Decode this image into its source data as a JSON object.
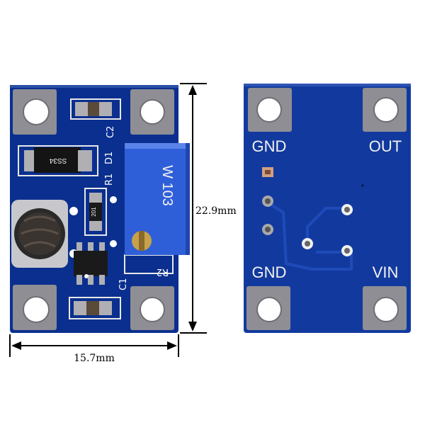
{
  "dimensions": {
    "height_label": "22.9mm",
    "width_label": "15.7mm"
  },
  "front_board": {
    "silkscreen": {
      "c2": "C2",
      "d1": "D1",
      "r1": "R1",
      "r2": "R2",
      "c1": "C1"
    },
    "diode_marking": "SS34",
    "resistor_marking": "201",
    "potentiometer_marking": "W 103"
  },
  "back_board": {
    "labels": {
      "gnd_top": "GND",
      "out": "OUT",
      "gnd_bottom": "GND",
      "vin": "VIN"
    }
  },
  "colors": {
    "pcb_blue": "#0a2f8f",
    "pcb_blue_back": "#123a9e",
    "pad_metal": "#9a9aa0",
    "pot_blue": "#2f5fd8"
  }
}
